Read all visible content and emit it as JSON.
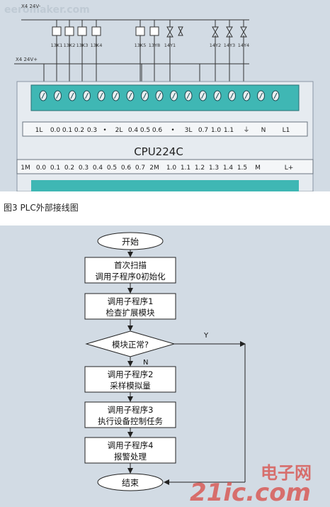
{
  "watermark_top": "eeromaker.com",
  "wiring": {
    "rail_top": "X4 24V-",
    "rail_mid": "X4 24V+",
    "coils_left": [
      "13K1",
      "13K2",
      "13K3",
      "13K4"
    ],
    "coils_mid": [
      "13K5",
      "13Y8",
      "14Y1"
    ],
    "coils_right": [
      "14Y2",
      "14Y3",
      "14Y4"
    ],
    "output_row": [
      "1L",
      "0.0",
      "0.1",
      "0.2",
      "0.3",
      "•",
      "2L",
      "0.4",
      "0.5",
      "0.6",
      "•",
      "3L",
      "0.7",
      "1.0",
      "1.1",
      "⏚",
      "N",
      "L1"
    ],
    "cpu_label": "CPU224C",
    "input_row": [
      "1M",
      "0.0",
      "0.1",
      "0.2",
      "0.3",
      "0.4",
      "0.5",
      "0.6",
      "0.7",
      "2M",
      "1.0",
      "1.1",
      "1.2",
      "1.3",
      "1.4",
      "1.5",
      "M",
      "L+"
    ]
  },
  "caption": "图3 PLC外部接线图",
  "flowchart": {
    "start": "开始",
    "step1": [
      "首次扫描",
      "调用子程序0初始化"
    ],
    "step2": [
      "调用子程序1",
      "检查扩展模块"
    ],
    "decision": "模块正常?",
    "yes": "Y",
    "no": "N",
    "step3": [
      "调用子程序2",
      "采样模拟量"
    ],
    "step4": [
      "调用子程序3",
      "执行设备控制任务"
    ],
    "step5": [
      "调用子程序4",
      "报警处理"
    ],
    "end": "结束"
  },
  "watermark_bottom": "21ic.com",
  "watermark_bottom_cn": "电子网"
}
